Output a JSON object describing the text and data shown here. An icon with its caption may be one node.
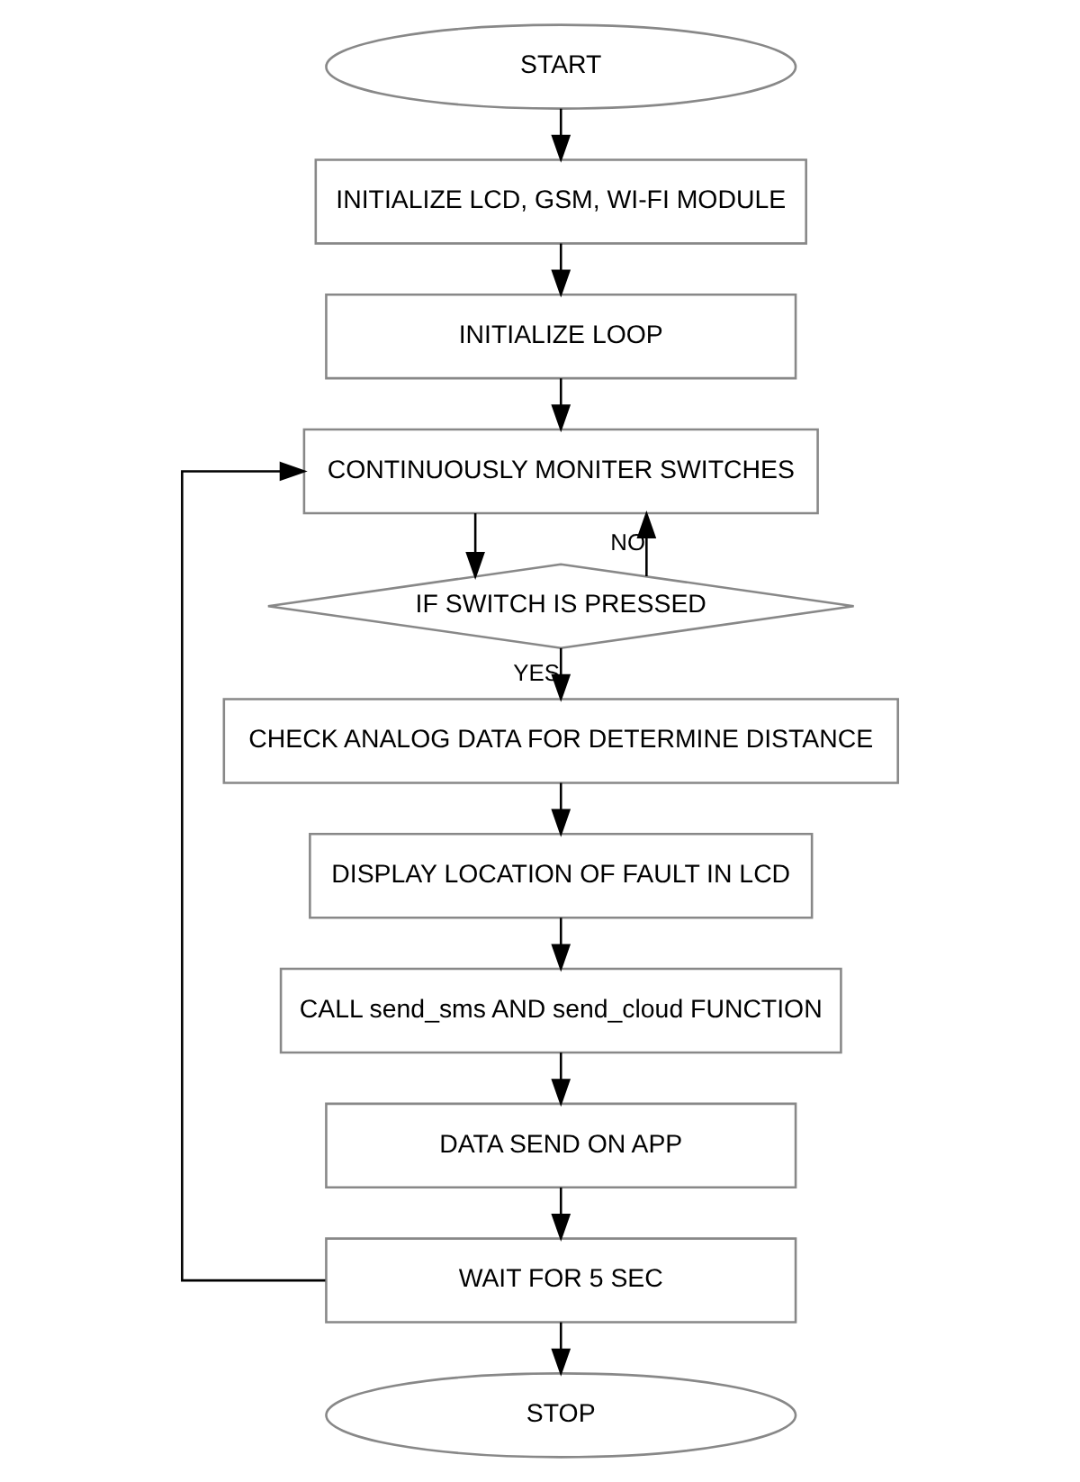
{
  "diagram": {
    "nodes": [
      {
        "text": [
          "START"
        ]
      },
      {
        "text": [
          "INITIALIZE LCD, GSM, WI-FI MODULE"
        ]
      },
      {
        "text": [
          "INITIALIZE LOOP"
        ]
      },
      {
        "text": [
          "CONTINUOUSLY MONITER SWITCHES"
        ]
      },
      {
        "text": [
          "IF SWITCH IS PRESSED"
        ]
      },
      {
        "text": [
          "CHECK ANALOG DATA FOR DETERMINE DISTANCE"
        ]
      },
      {
        "text": [
          "DISPLAY LOCATION OF FAULT IN LCD"
        ]
      },
      {
        "text": [
          "CALL send_sms AND send_cloud FUNCTION"
        ]
      },
      {
        "text": [
          "DATA SEND ON APP"
        ]
      },
      {
        "text": [
          "WAIT FOR 5 SEC"
        ]
      },
      {
        "text": [
          "STOP"
        ]
      }
    ],
    "edges": [
      {
        "from": 0,
        "to": 1,
        "arrow": "to"
      },
      {
        "from": 1,
        "to": 2,
        "arrow": "to"
      },
      {
        "from": 2,
        "to": 3,
        "arrow": "to"
      },
      {
        "from": 3,
        "to": 4,
        "arrow": "to"
      },
      {
        "from": 4,
        "to": 5,
        "arrow": "to",
        "label": "YES"
      },
      {
        "from": 5,
        "to": 6,
        "arrow": "to"
      },
      {
        "from": 6,
        "to": 7,
        "arrow": "to"
      },
      {
        "from": 7,
        "to": 8,
        "arrow": "to"
      },
      {
        "from": 8,
        "to": 9,
        "arrow": "to"
      },
      {
        "from": 9,
        "to": 10,
        "arrow": "to"
      },
      {
        "from": 9,
        "to": 3,
        "arrow": "to"
      },
      {
        "from": 4,
        "to": 3,
        "arrow": "to",
        "label": "NO"
      }
    ]
  }
}
